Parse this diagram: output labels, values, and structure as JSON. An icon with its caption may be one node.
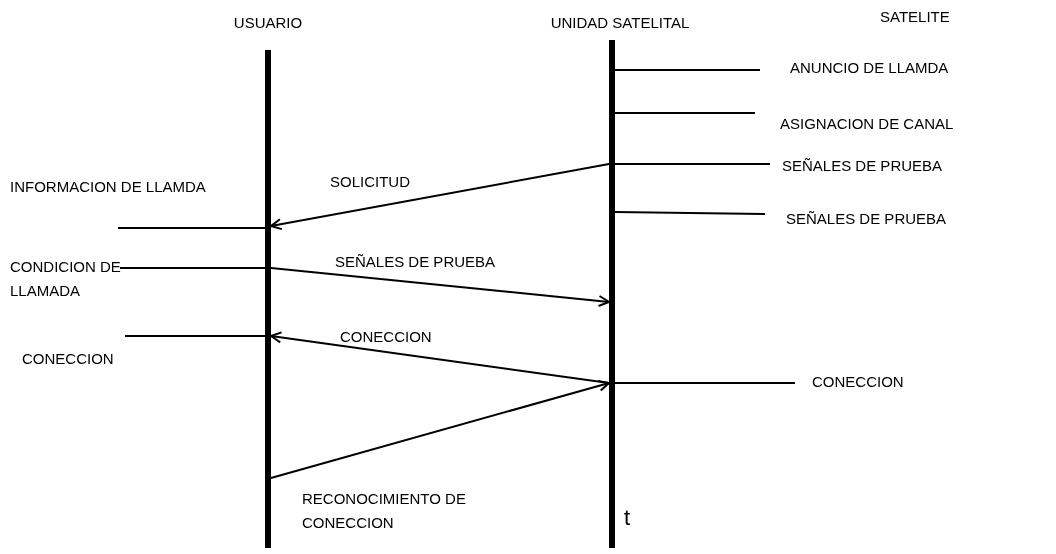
{
  "diagram": {
    "nodes": [
      {
        "text": [
          "USUARIO"
        ]
      },
      {
        "text": [
          "UNIDAD SATELITAL"
        ]
      }
    ],
    "edges": [
      {
        "from": 1,
        "to": null,
        "arrow": "none",
        "label": "ANUNCIO DE LLAMDA"
      },
      {
        "from": 1,
        "to": null,
        "arrow": "none",
        "label": "ASIGNACION DE CANAL"
      },
      {
        "from": 1,
        "to": null,
        "arrow": "none",
        "label": "SEÑALES DE PRUEBA"
      },
      {
        "from": 1,
        "to": 0,
        "arrow": "to",
        "label": "SOLICITUD"
      },
      {
        "from": 0,
        "to": null,
        "arrow": "none",
        "label": "INFORMACION DE LLAMDA"
      },
      {
        "from": 1,
        "to": null,
        "arrow": "none",
        "label": "SEÑALES DE PRUEBA"
      },
      {
        "from": null,
        "to": 0,
        "arrow": "none",
        "label": "CONDICION DE LLAMADA"
      },
      {
        "from": 0,
        "to": 1,
        "arrow": "to",
        "label": "SEÑALES DE PRUEBA"
      },
      {
        "from": null,
        "to": 0,
        "arrow": "none",
        "label": "CONECCION"
      },
      {
        "from": 1,
        "to": 0,
        "arrow": "to",
        "label": "CONECCION"
      },
      {
        "from": 0,
        "to": 1,
        "arrow": "to",
        "label": "RECONOCIMIENTO DE CONECCION"
      },
      {
        "from": 1,
        "to": null,
        "arrow": "none",
        "label": "CONECCION"
      }
    ],
    "labels": [
      "SATELITE",
      "t"
    ]
  }
}
